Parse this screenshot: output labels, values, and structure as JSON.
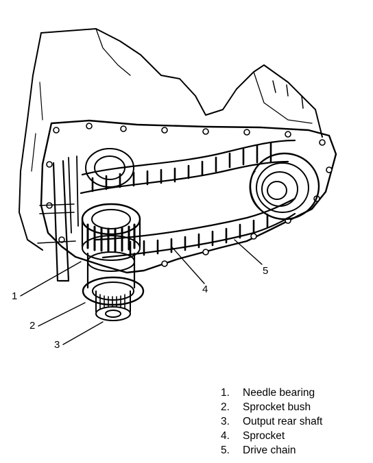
{
  "callouts": [
    "1",
    "2",
    "3",
    "4",
    "5"
  ],
  "legend": [
    {
      "num": "1.",
      "label": "Needle bearing"
    },
    {
      "num": "2.",
      "label": "Sprocket bush"
    },
    {
      "num": "3.",
      "label": "Output rear shaft"
    },
    {
      "num": "4.",
      "label": "Sprocket"
    },
    {
      "num": "5.",
      "label": "Drive chain"
    }
  ]
}
